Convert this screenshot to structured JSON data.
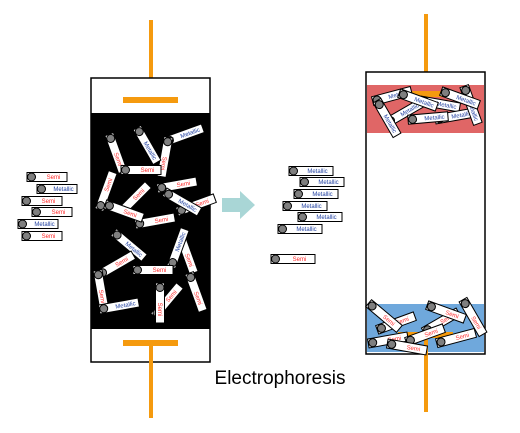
{
  "caption": "Electrophoresis",
  "labels": {
    "metallic": "Metallic",
    "semi": "Semi"
  },
  "colors": {
    "electrode": "#f59a0e",
    "cell_black": "#000000",
    "top_band": "#e06666",
    "bottom_band": "#6fa8dc",
    "arrow": "#a9d6d6",
    "metallic_text": "#1f3fa0",
    "semi_text_light": "#ff2a2a",
    "semi_text_dark": "#ffd700",
    "tube_fill": "#ffffff",
    "bead": "#7f7f7f"
  },
  "legend_left": [
    "Semi",
    "Metallic",
    "Semi",
    "Semi",
    "Metallic",
    "Semi"
  ],
  "legend_middle": [
    "Metallic",
    "Metallic",
    "Metallic",
    "Metallic",
    "Metallic",
    "Metallic",
    "Semi"
  ]
}
